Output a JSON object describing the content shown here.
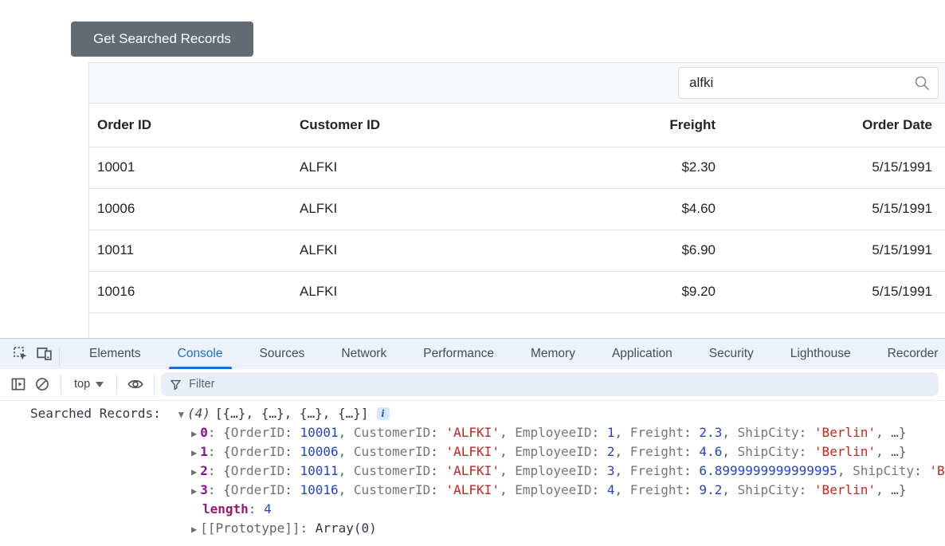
{
  "button": {
    "label": "Get Searched Records"
  },
  "grid": {
    "search": {
      "value": "alfki",
      "icon": "search-icon"
    },
    "columns": [
      {
        "label": "Order ID",
        "align": "left"
      },
      {
        "label": "Customer ID",
        "align": "left"
      },
      {
        "label": "Freight",
        "align": "right"
      },
      {
        "label": "Order Date",
        "align": "right"
      }
    ],
    "rows": [
      [
        "10001",
        "ALFKI",
        "$2.30",
        "5/15/1991"
      ],
      [
        "10006",
        "ALFKI",
        "$4.60",
        "5/15/1991"
      ],
      [
        "10011",
        "ALFKI",
        "$6.90",
        "5/15/1991"
      ],
      [
        "10016",
        "ALFKI",
        "$9.20",
        "5/15/1991"
      ]
    ]
  },
  "devtools": {
    "tabs": [
      {
        "label": "Elements",
        "active": false
      },
      {
        "label": "Console",
        "active": true
      },
      {
        "label": "Sources",
        "active": false
      },
      {
        "label": "Network",
        "active": false
      },
      {
        "label": "Performance",
        "active": false
      },
      {
        "label": "Memory",
        "active": false
      },
      {
        "label": "Application",
        "active": false
      },
      {
        "label": "Security",
        "active": false
      },
      {
        "label": "Lighthouse",
        "active": false
      },
      {
        "label": "Recorder",
        "active": false
      }
    ],
    "toolbar": {
      "context_label": "top",
      "filter_placeholder": "Filter"
    },
    "colors": {
      "active_tab_blue": "#1b6fd6",
      "console_number_blue": "#2444c8",
      "console_string_red": "#c5261c",
      "console_key_gray": "#767676",
      "console_index_purple": "#881391"
    },
    "icons": {
      "search": "search-icon",
      "inspect": "inspect-element-icon",
      "device": "device-toolbar-icon",
      "console_sidebar": "console-sidebar-icon",
      "clear_console": "clear-console-icon",
      "live_expression": "eye-icon",
      "filter": "filter-funnel-icon",
      "context_chevron": "chevron-down-icon",
      "info": "info-icon"
    },
    "console": {
      "lines": [
        {
          "name": "console-log-summary",
          "indent": 38,
          "tokens": [
            {
              "c": "label",
              "t": "Searched Records:"
            },
            {
              "c": "caret",
              "t": "▼"
            },
            {
              "c": "count",
              "t": "(4)"
            },
            {
              "c": "preview",
              "t": "[{…}, {…}, {…}, {…}]"
            },
            {
              "c": "info",
              "t": "i"
            }
          ]
        },
        {
          "name": "console-array-item-0",
          "indent": 240,
          "tokens": [
            {
              "c": "caret",
              "t": "▶"
            },
            {
              "c": "idx",
              "t": "0"
            },
            {
              "c": "punct",
              "t": ": {"
            },
            {
              "c": "key",
              "t": "OrderID"
            },
            {
              "c": "punct",
              "t": ": "
            },
            {
              "c": "num",
              "t": "10001"
            },
            {
              "c": "punct",
              "t": ", "
            },
            {
              "c": "key",
              "t": "CustomerID"
            },
            {
              "c": "punct",
              "t": ": "
            },
            {
              "c": "str",
              "t": "'ALFKI'"
            },
            {
              "c": "punct",
              "t": ", "
            },
            {
              "c": "key",
              "t": "EmployeeID"
            },
            {
              "c": "punct",
              "t": ": "
            },
            {
              "c": "num",
              "t": "1"
            },
            {
              "c": "punct",
              "t": ", "
            },
            {
              "c": "key",
              "t": "Freight"
            },
            {
              "c": "punct",
              "t": ": "
            },
            {
              "c": "num",
              "t": "2.3"
            },
            {
              "c": "punct",
              "t": ", "
            },
            {
              "c": "key",
              "t": "ShipCity"
            },
            {
              "c": "punct",
              "t": ": "
            },
            {
              "c": "str",
              "t": "'Berlin'"
            },
            {
              "c": "punct",
              "t": ", …}"
            }
          ]
        },
        {
          "name": "console-array-item-1",
          "indent": 240,
          "tokens": [
            {
              "c": "caret",
              "t": "▶"
            },
            {
              "c": "idx",
              "t": "1"
            },
            {
              "c": "punct",
              "t": ": {"
            },
            {
              "c": "key",
              "t": "OrderID"
            },
            {
              "c": "punct",
              "t": ": "
            },
            {
              "c": "num",
              "t": "10006"
            },
            {
              "c": "punct",
              "t": ", "
            },
            {
              "c": "key",
              "t": "CustomerID"
            },
            {
              "c": "punct",
              "t": ": "
            },
            {
              "c": "str",
              "t": "'ALFKI'"
            },
            {
              "c": "punct",
              "t": ", "
            },
            {
              "c": "key",
              "t": "EmployeeID"
            },
            {
              "c": "punct",
              "t": ": "
            },
            {
              "c": "num",
              "t": "2"
            },
            {
              "c": "punct",
              "t": ", "
            },
            {
              "c": "key",
              "t": "Freight"
            },
            {
              "c": "punct",
              "t": ": "
            },
            {
              "c": "num",
              "t": "4.6"
            },
            {
              "c": "punct",
              "t": ", "
            },
            {
              "c": "key",
              "t": "ShipCity"
            },
            {
              "c": "punct",
              "t": ": "
            },
            {
              "c": "str",
              "t": "'Berlin'"
            },
            {
              "c": "punct",
              "t": ", …}"
            }
          ]
        },
        {
          "name": "console-array-item-2",
          "indent": 240,
          "tokens": [
            {
              "c": "caret",
              "t": "▶"
            },
            {
              "c": "idx",
              "t": "2"
            },
            {
              "c": "punct",
              "t": ": {"
            },
            {
              "c": "key",
              "t": "OrderID"
            },
            {
              "c": "punct",
              "t": ": "
            },
            {
              "c": "num",
              "t": "10011"
            },
            {
              "c": "punct",
              "t": ", "
            },
            {
              "c": "key",
              "t": "CustomerID"
            },
            {
              "c": "punct",
              "t": ": "
            },
            {
              "c": "str",
              "t": "'ALFKI'"
            },
            {
              "c": "punct",
              "t": ", "
            },
            {
              "c": "key",
              "t": "EmployeeID"
            },
            {
              "c": "punct",
              "t": ": "
            },
            {
              "c": "num",
              "t": "3"
            },
            {
              "c": "punct",
              "t": ", "
            },
            {
              "c": "key",
              "t": "Freight"
            },
            {
              "c": "punct",
              "t": ": "
            },
            {
              "c": "num",
              "t": "6.8999999999999995"
            },
            {
              "c": "punct",
              "t": ", "
            },
            {
              "c": "key",
              "t": "ShipCity"
            },
            {
              "c": "punct",
              "t": ": "
            },
            {
              "c": "str",
              "t": "'Berlin'"
            },
            {
              "c": "punct",
              "t": ", …}"
            }
          ]
        },
        {
          "name": "console-array-item-3",
          "indent": 240,
          "tokens": [
            {
              "c": "caret",
              "t": "▶"
            },
            {
              "c": "idx",
              "t": "3"
            },
            {
              "c": "punct",
              "t": ": {"
            },
            {
              "c": "key",
              "t": "OrderID"
            },
            {
              "c": "punct",
              "t": ": "
            },
            {
              "c": "num",
              "t": "10016"
            },
            {
              "c": "punct",
              "t": ", "
            },
            {
              "c": "key",
              "t": "CustomerID"
            },
            {
              "c": "punct",
              "t": ": "
            },
            {
              "c": "str",
              "t": "'ALFKI'"
            },
            {
              "c": "punct",
              "t": ", "
            },
            {
              "c": "key",
              "t": "EmployeeID"
            },
            {
              "c": "punct",
              "t": ": "
            },
            {
              "c": "num",
              "t": "4"
            },
            {
              "c": "punct",
              "t": ", "
            },
            {
              "c": "key",
              "t": "Freight"
            },
            {
              "c": "punct",
              "t": ": "
            },
            {
              "c": "num",
              "t": "9.2"
            },
            {
              "c": "punct",
              "t": ", "
            },
            {
              "c": "key",
              "t": "ShipCity"
            },
            {
              "c": "punct",
              "t": ": "
            },
            {
              "c": "str",
              "t": "'Berlin'"
            },
            {
              "c": "punct",
              "t": ", …}"
            }
          ]
        },
        {
          "name": "console-array-length",
          "indent": 254,
          "tokens": [
            {
              "c": "len",
              "t": "length"
            },
            {
              "c": "punct",
              "t": ": "
            },
            {
              "c": "num",
              "t": "4"
            }
          ]
        },
        {
          "name": "console-prototype",
          "indent": 240,
          "tokens": [
            {
              "c": "caret",
              "t": "▶"
            },
            {
              "c": "proto",
              "t": "[[Prototype]]"
            },
            {
              "c": "punct",
              "t": ": "
            },
            {
              "c": "protoval",
              "t": "Array(0)"
            }
          ]
        }
      ]
    }
  }
}
